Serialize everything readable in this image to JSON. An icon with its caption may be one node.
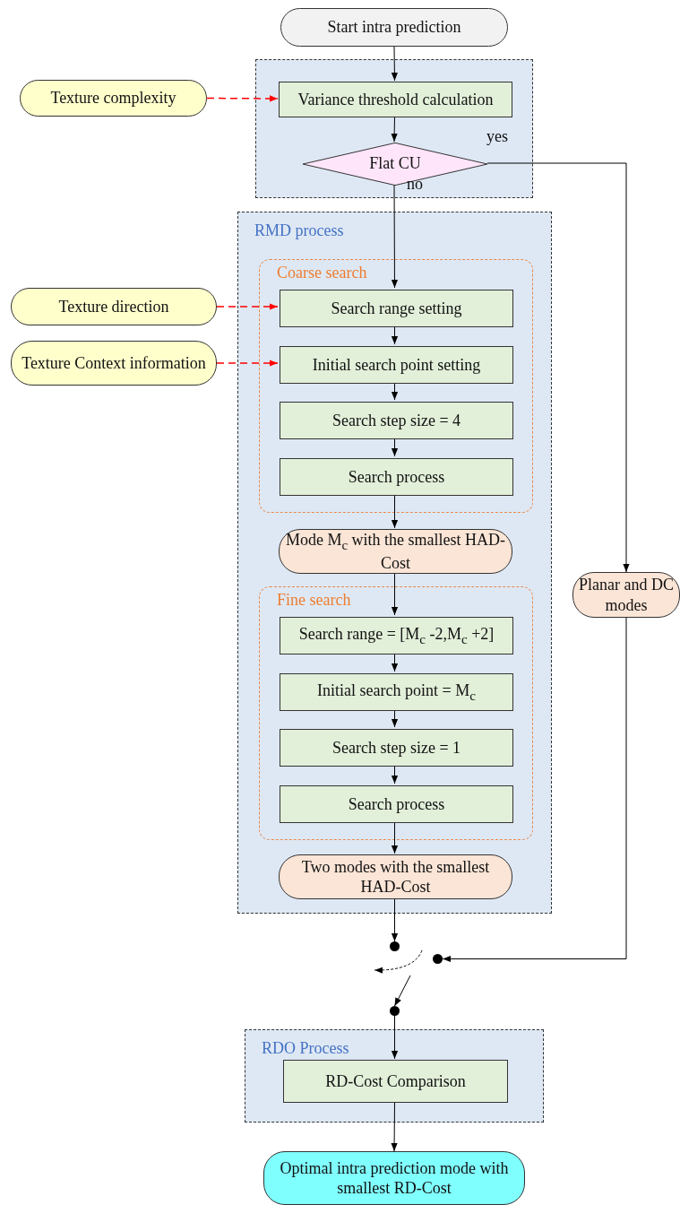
{
  "diagram": {
    "nodes": [
      {
        "text": [
          "Start intra prediction"
        ]
      },
      {
        "text": [],
        "shape": "box"
      },
      {
        "text": [
          "Texture complexity"
        ]
      },
      {
        "text": [
          "Variance threshold calculation"
        ],
        "in": 1
      },
      {
        "text": [
          "Flat CU"
        ],
        "in": 1
      },
      {
        "text": [
          "RMD process"
        ]
      },
      {
        "text": [
          "Coarse search"
        ],
        "in": 5
      },
      {
        "text": [
          "Texture direction"
        ]
      },
      {
        "text": [
          "Texture Context information"
        ]
      },
      {
        "text": [
          "Search range setting"
        ],
        "in": 6
      },
      {
        "text": [
          "Initial search point setting"
        ],
        "in": 6
      },
      {
        "text": [
          "Search step size = 4"
        ],
        "in": 6
      },
      {
        "text": [
          "Search process"
        ],
        "in": 6
      },
      {
        "text": [
          "Mode M$_{c}$ with the smallest HAD-Cost"
        ],
        "in": 5
      },
      {
        "text": [
          "Fine search"
        ],
        "in": 5
      },
      {
        "text": [
          "Search range = [M$_{c}$ -2,M$_{c}$ +2]"
        ],
        "in": 14
      },
      {
        "text": [
          "Initial search point = M$_{c}$"
        ],
        "in": 14
      },
      {
        "text": [
          "Search step size = 1"
        ],
        "in": 14
      },
      {
        "text": [
          "Search process"
        ],
        "in": 14
      },
      {
        "text": [
          "Two modes with the smallest HAD-Cost"
        ],
        "in": 5
      },
      {
        "text": [
          "Planar and DC modes"
        ]
      },
      {
        "text": [],
        "shape": "circle"
      },
      {
        "text": [],
        "shape": "circle"
      },
      {
        "text": [],
        "shape": "circle"
      },
      {
        "text": [
          "RDO Process"
        ]
      },
      {
        "text": [
          "RD-Cost Comparison"
        ],
        "in": 24
      },
      {
        "text": [
          "Optimal intra prediction mode with smallest RD-Cost"
        ]
      }
    ],
    "edges": [
      {
        "from": 0,
        "to": 3,
        "arrow": "to"
      },
      {
        "from": 2,
        "to": 3,
        "arrow": "to",
        "style": "dashed",
        "color": "#ff0000"
      },
      {
        "from": 3,
        "to": 4,
        "arrow": "to"
      },
      {
        "from": 4,
        "to": 20,
        "arrow": "to",
        "label": "yes"
      },
      {
        "from": 4,
        "to": 9,
        "arrow": "to",
        "label": "no"
      },
      {
        "from": 7,
        "to": 9,
        "arrow": "to",
        "style": "dashed",
        "color": "#ff0000"
      },
      {
        "from": 8,
        "to": 10,
        "arrow": "to",
        "style": "dashed",
        "color": "#ff0000"
      },
      {
        "from": 9,
        "to": 10,
        "arrow": "to"
      },
      {
        "from": 10,
        "to": 11,
        "arrow": "to"
      },
      {
        "from": 11,
        "to": 12,
        "arrow": "to"
      },
      {
        "from": 12,
        "to": 13,
        "arrow": "to"
      },
      {
        "from": 13,
        "to": 15,
        "arrow": "to"
      },
      {
        "from": 15,
        "to": 16,
        "arrow": "to"
      },
      {
        "from": 16,
        "to": 17,
        "arrow": "to"
      },
      {
        "from": 17,
        "to": 18,
        "arrow": "to"
      },
      {
        "from": 18,
        "to": 19,
        "arrow": "to"
      },
      {
        "from": 19,
        "to": 21,
        "arrow": "to"
      },
      {
        "from": 20,
        "to": 22,
        "arrow": "to"
      },
      {
        "from": null,
        "to": 23,
        "arrow": "to"
      },
      {
        "from": 23,
        "to": 25,
        "arrow": "to"
      },
      {
        "from": 25,
        "to": 26,
        "arrow": "to"
      }
    ]
  }
}
